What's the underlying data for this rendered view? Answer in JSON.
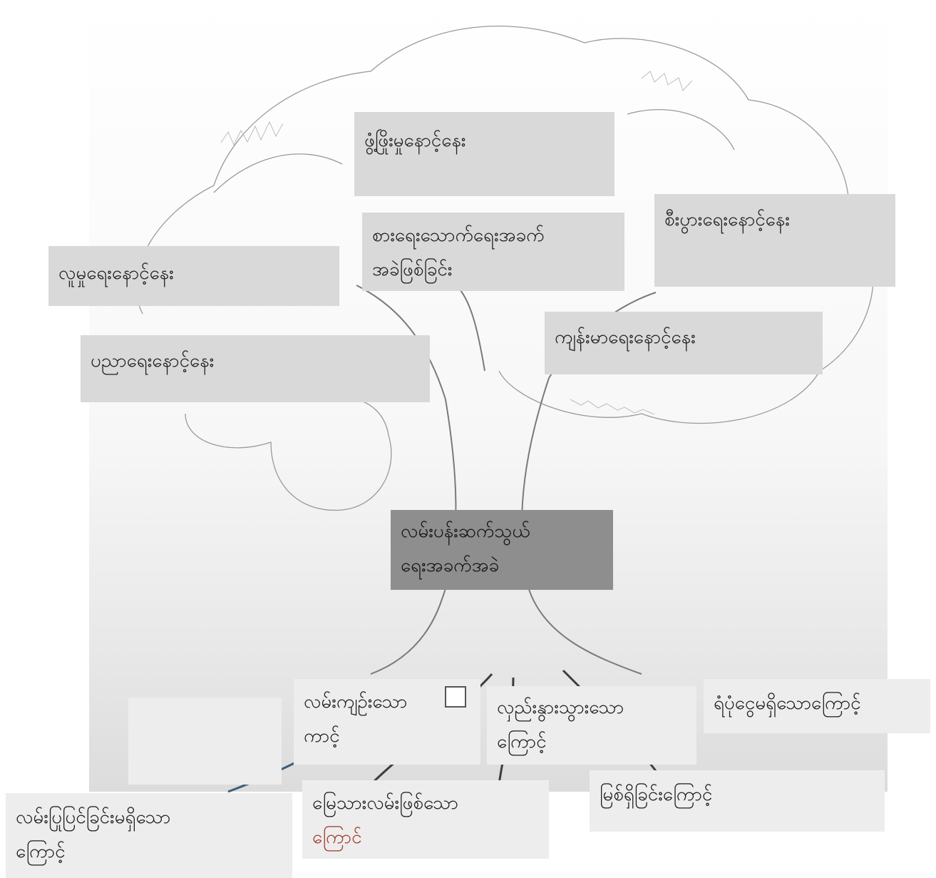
{
  "core": {
    "line1": "လမ်းပန်းဆက်သွယ်",
    "line2": "ရေးအခက်အခဲ"
  },
  "effects": {
    "celebration": "ဖွံ့ဖြိုးမှုနောင့်နေး",
    "food_line1": "စားရေးသောက်ရေးအခက်",
    "food_line2": "အခဲဖြစ်ခြင်း",
    "business": "စီးပွားရေးနောင့်နေး",
    "social": "လူမှုရေးနောင့်နေး",
    "health": "ကျန်းမာရေးနောင့်နေး",
    "education": "ပညာရေးနောင့်နေး"
  },
  "causes": {
    "narrow_line1": "လမ်းကျဉ်းသော",
    "narrow_line2": "ကာင့်",
    "winding_line1": "လှည်းနွားသွားသော",
    "winding_line2": "ကြောင့်",
    "budget": "ရံပုံငွေမရှိသောကြောင့်",
    "river": "မြစ်ရှိခြင်းကြောင့်",
    "no_repair_line1": "လမ်းပြုပြင်ခြင်းမရှိသော",
    "no_repair_line2": "ကြောင့်",
    "mud_line1": "မြေသားလမ်းဖြစ်သော",
    "mud_line2": "ကြောင်"
  }
}
